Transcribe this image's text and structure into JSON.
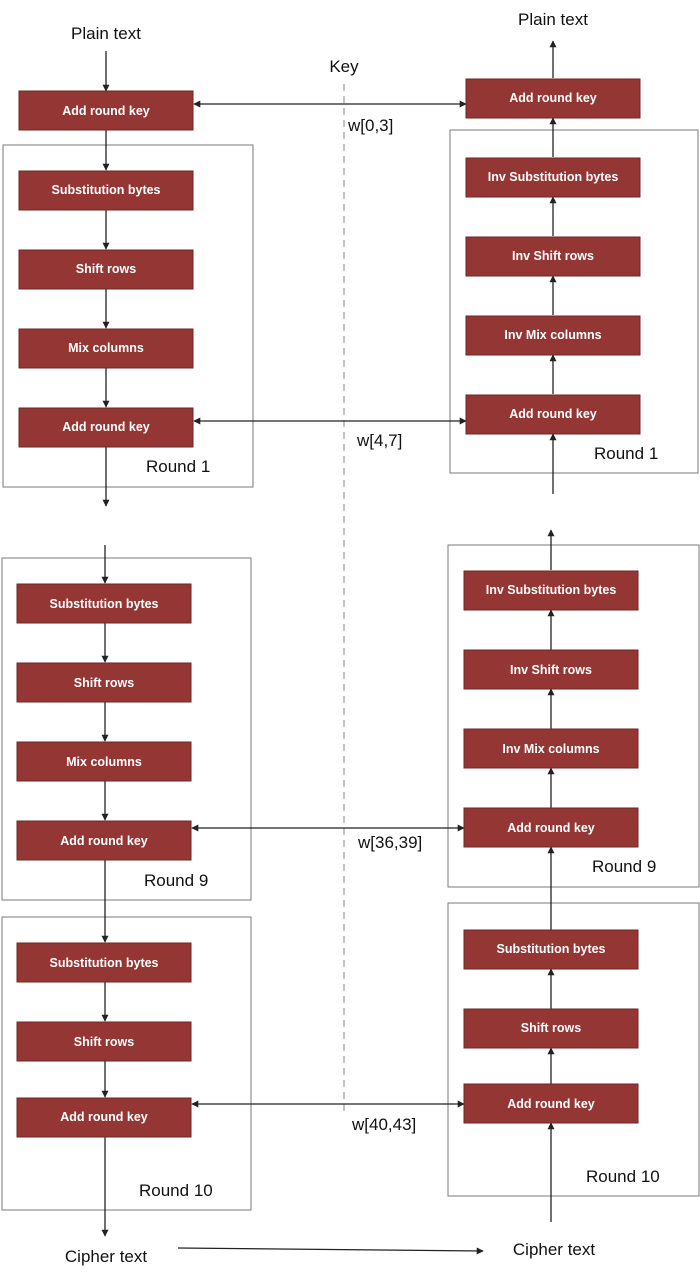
{
  "encrypt": {
    "input_label": "Plain text",
    "output_label": "Cipher text",
    "initial_add_round_key": "Add round key",
    "round1": {
      "label": "Round 1",
      "steps": [
        "Substitution bytes",
        "Shift rows",
        "Mix columns",
        "Add round key"
      ]
    },
    "round9": {
      "label": "Round 9",
      "steps": [
        "Substitution bytes",
        "Shift rows",
        "Mix columns",
        "Add round key"
      ]
    },
    "round10": {
      "label": "Round 10",
      "steps": [
        "Substitution bytes",
        "Shift rows",
        "Add round key"
      ]
    }
  },
  "key": {
    "label": "Key",
    "words": [
      "w[0,3]",
      "w[4,7]",
      "w[36,39]",
      "w[40,43]"
    ]
  },
  "decrypt": {
    "output_label": "Plain text",
    "input_label": "Cipher text",
    "final_add_round_key": "Add round key",
    "round1": {
      "label": "Round 1",
      "steps": [
        "Inv Substitution bytes",
        "Inv Shift rows",
        "Inv Mix columns",
        "Add round key"
      ]
    },
    "round9": {
      "label": "Round 9",
      "steps": [
        "Inv Substitution bytes",
        "Inv Shift rows",
        "Inv Mix columns",
        "Add round key"
      ]
    },
    "round10": {
      "label": "Round 10",
      "steps": [
        "Substitution bytes",
        "Shift rows",
        "Add round key"
      ]
    }
  },
  "colors": {
    "block_fill": "#943634",
    "block_text": "#ffffff"
  }
}
